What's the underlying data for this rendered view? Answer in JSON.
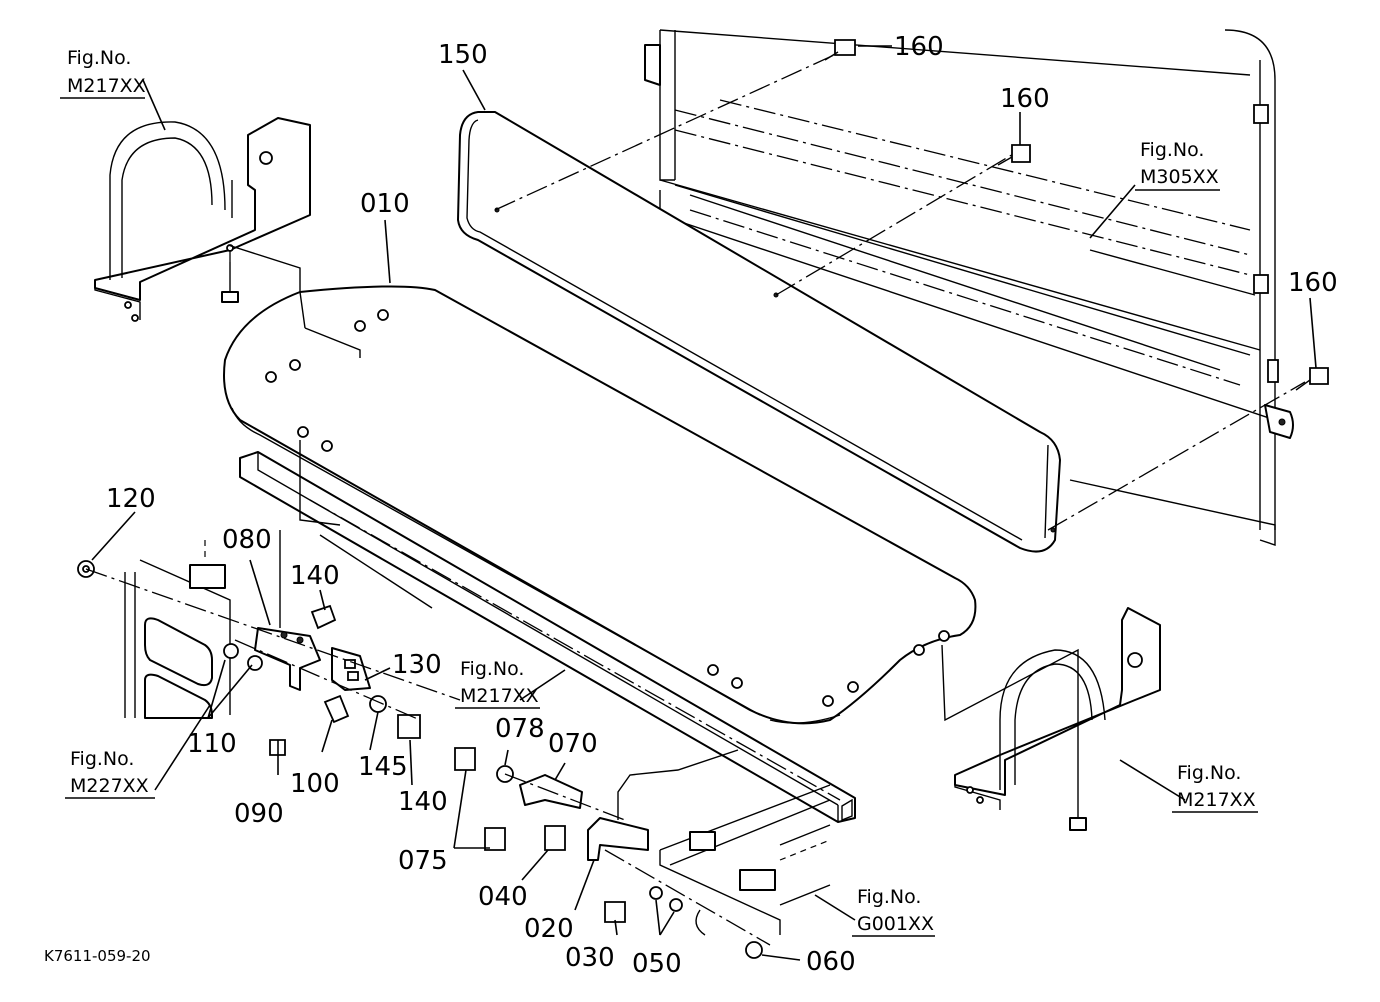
{
  "figure_code": "K7611-059-20",
  "fig_refs": [
    {
      "id": "ref-m217-top-left",
      "label": "Fig.No.",
      "code": "M217XX"
    },
    {
      "id": "ref-m305",
      "label": "Fig.No.",
      "code": "M305XX"
    },
    {
      "id": "ref-m217-center",
      "label": "Fig.No.",
      "code": "M217XX"
    },
    {
      "id": "ref-m227",
      "label": "Fig.No.",
      "code": "M227XX"
    },
    {
      "id": "ref-m217-right",
      "label": "Fig.No.",
      "code": "M217XX"
    },
    {
      "id": "ref-g001",
      "label": "Fig.No.",
      "code": "G001XX"
    }
  ],
  "part_numbers": [
    "150",
    "160",
    "160",
    "160",
    "010",
    "120",
    "080",
    "140",
    "130",
    "110",
    "100",
    "145",
    "140",
    "090",
    "078",
    "070",
    "075",
    "040",
    "020",
    "030",
    "050",
    "060"
  ]
}
